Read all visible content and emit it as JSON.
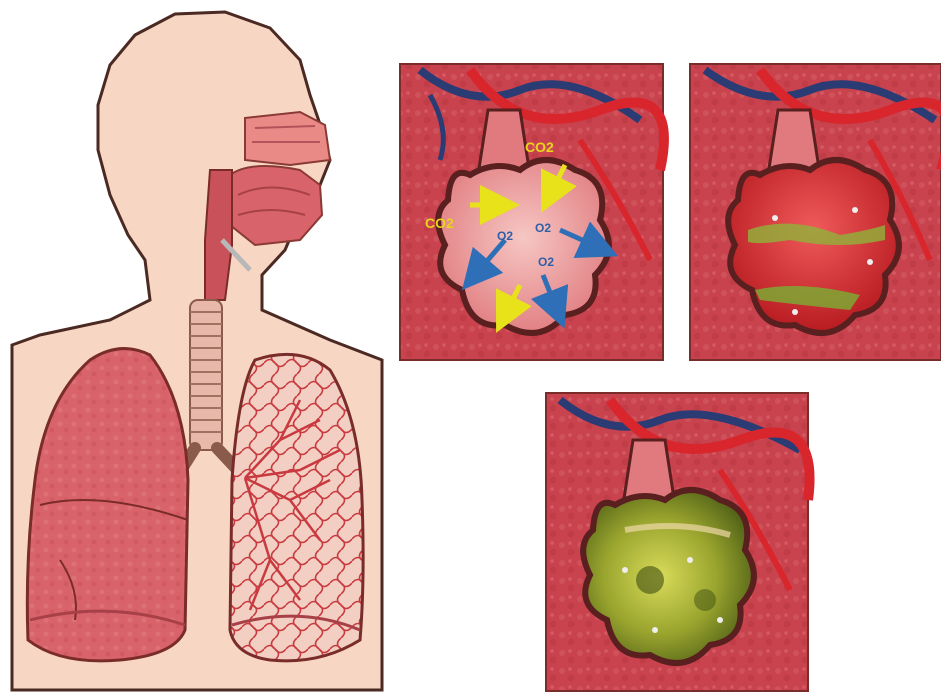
{
  "labels": {
    "co2_top": "CO2",
    "co2_left": "CO2",
    "o2_a": "O2",
    "o2_b": "O2",
    "o2_c": "O2"
  },
  "colors": {
    "skin": "#f7d7c4",
    "outline": "#4a2a22",
    "lung": "#d9636a",
    "lung_dark": "#b8474f",
    "tissue": "#c9434e",
    "alveolus_fill": "#f3b3b0",
    "artery": "#d8262c",
    "vein": "#2b3b73",
    "co2_arrow": "#e8e21b",
    "o2_arrow": "#2e6fb8",
    "exudate_light": "#c9d24a",
    "exudate_dark": "#556b1d"
  },
  "icons": [
    "yellow-arrow-icon",
    "blue-arrow-icon"
  ]
}
